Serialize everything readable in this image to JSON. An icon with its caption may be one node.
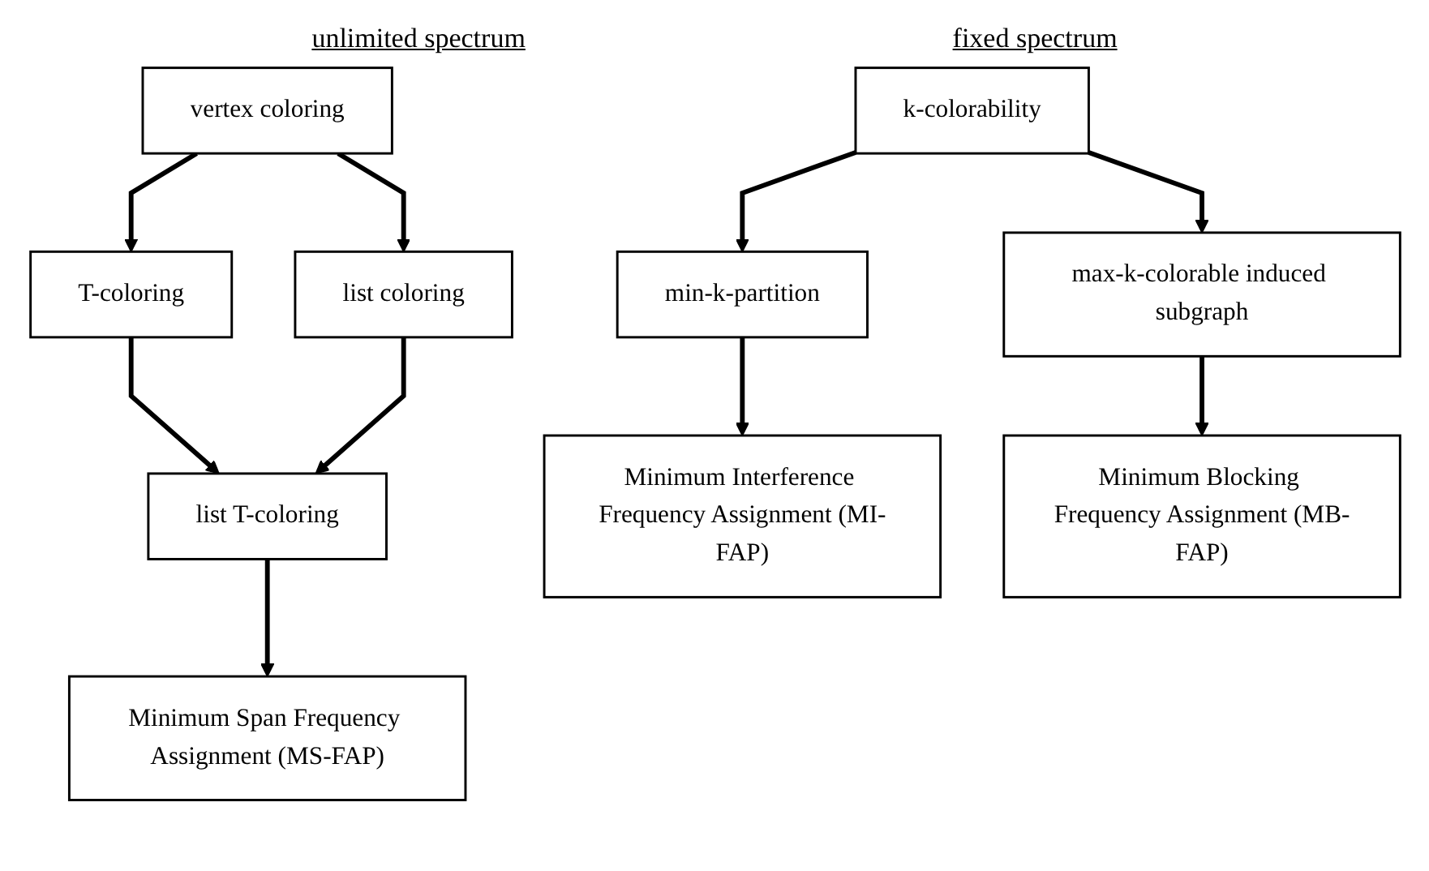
{
  "diagram": {
    "nodes": [
      {
        "text": [
          "vertex coloring"
        ]
      },
      {
        "text": [
          "T-coloring"
        ]
      },
      {
        "text": [
          "list coloring"
        ]
      },
      {
        "text": [
          "list T-coloring"
        ]
      },
      {
        "text": [
          "Minimum Span Frequency Assignment (MS-FAP)"
        ]
      },
      {
        "text": [
          "k-colorability"
        ]
      },
      {
        "text": [
          "min-k-partition"
        ]
      },
      {
        "text": [
          "max-k-colorable induced subgraph"
        ]
      },
      {
        "text": [
          "Minimum Interference Frequency Assignment (MI-FAP)"
        ]
      },
      {
        "text": [
          "Minimum Blocking Frequency Assignment (MB-FAP)"
        ]
      }
    ],
    "edges": [
      {
        "from": 0,
        "to": 1,
        "arrow": "to"
      },
      {
        "from": 0,
        "to": 2,
        "arrow": "to"
      },
      {
        "from": 1,
        "to": 3,
        "arrow": "to"
      },
      {
        "from": 2,
        "to": 3,
        "arrow": "to"
      },
      {
        "from": 3,
        "to": 4,
        "arrow": "to"
      },
      {
        "from": 5,
        "to": 6,
        "arrow": "to"
      },
      {
        "from": 5,
        "to": 7,
        "arrow": "to"
      },
      {
        "from": 6,
        "to": 8,
        "arrow": "to"
      },
      {
        "from": 7,
        "to": 9,
        "arrow": "to"
      }
    ],
    "labels": [
      "unlimited spectrum",
      "fixed spectrum"
    ]
  }
}
